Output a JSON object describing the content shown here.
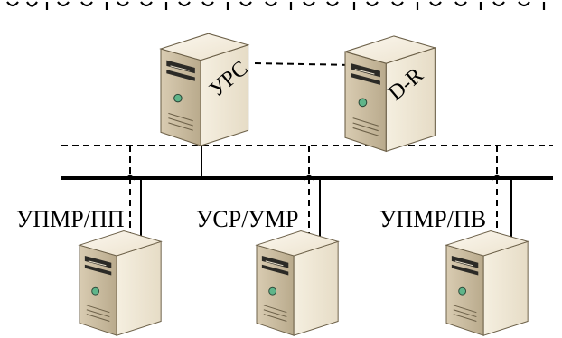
{
  "diagram": {
    "top_text_fragment": "…",
    "servers": {
      "center": {
        "label": "УРС"
      },
      "right": {
        "label": "D-R"
      }
    },
    "clients": [
      {
        "label": "УПМР/ПП"
      },
      {
        "label": "УСР/УМР"
      },
      {
        "label": "УПМР/ПВ"
      }
    ]
  }
}
